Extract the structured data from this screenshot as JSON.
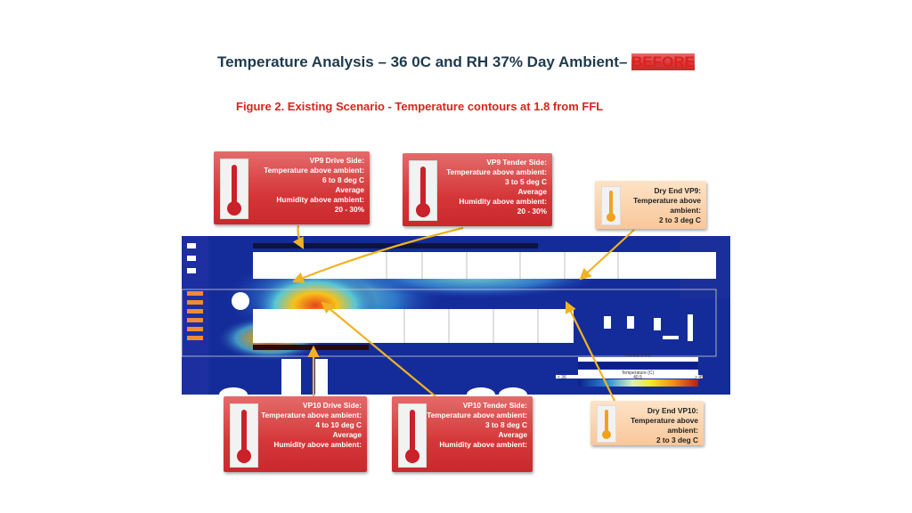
{
  "title": {
    "main": "Temperature Analysis – 36 0C and RH 37% Day Ambient–",
    "highlight": "BEFORE"
  },
  "subtitle": "Figure 2. Existing Scenario - Temperature contours at 1.8 from FFL",
  "callouts": [
    {
      "lines": [
        "VP9 Drive Side:",
        "Temperature above ambient:",
        "6 to 8 deg C",
        "Average",
        "Humidity above ambient:",
        "20 - 30%"
      ]
    },
    {
      "lines": [
        "VP9 Tender Side:",
        "Temperature above ambient:",
        "3 to 5 deg C",
        "Average",
        "Humidity above ambient:",
        "20 - 30%"
      ]
    },
    {
      "lines": [
        "Dry End VP9:",
        "Temperature above",
        "ambient:",
        "2 to 3 deg C"
      ]
    },
    {
      "lines": [
        "VP10 Drive Side:",
        "Temperature above ambient:",
        "4 to 10 deg C",
        "Average",
        "Humidity above ambient:"
      ]
    },
    {
      "lines": [
        "VP10 Tender Side:",
        "Temperature above ambient:",
        "3 to 8 deg C",
        "Average",
        "Humidity above ambient:"
      ]
    },
    {
      "lines": [
        "Dry End VP10:",
        "Temperature above",
        "ambient:",
        "2 to 3 deg C"
      ]
    }
  ],
  "legend": {
    "velocity_label": "Velocity (m/s)",
    "temperature_label": "Temperature (C)",
    "min": "< 36",
    "mid": "40.5",
    "max": "> 45"
  },
  "colors": {
    "title": "#1f3a4d",
    "accent": "#e0201c",
    "callout_red": "#d53638",
    "callout_orange": "#f9c79a",
    "arrow": "#f0b323"
  }
}
